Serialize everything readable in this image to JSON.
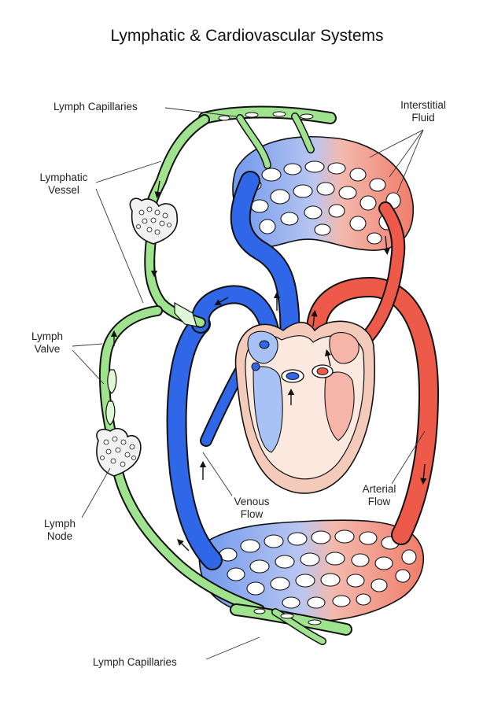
{
  "title": "Lymphatic & Cardiovascular Systems",
  "labels": {
    "lymph_capillaries_top": "Lymph Capillaries",
    "interstitial_fluid_line1": "Interstitial",
    "interstitial_fluid_line2": "Fluid",
    "lymphatic_vessel_line1": "Lymphatic",
    "lymphatic_vessel_line2": "Vessel",
    "lymph_valve_line1": "Lymph",
    "lymph_valve_line2": "Valve",
    "venous_flow_line1": "Venous",
    "venous_flow_line2": "Flow",
    "arterial_flow_line1": "Arterial",
    "arterial_flow_line2": "Flow",
    "lymph_node_line1": "Lymph",
    "lymph_node_line2": "Node",
    "lymph_capillaries_bottom": "Lymph Capillaries"
  },
  "colors": {
    "lymph": "#9fe38e",
    "lymph_light": "#dff7d6",
    "vein": "#2f67e8",
    "vein_light": "#a9c2f5",
    "artery": "#ee5a4a",
    "artery_light": "#f6b5a9",
    "heart_outer": "#f4cabb",
    "heart_inner": "#fbe9df",
    "outline": "#1a1a1a"
  }
}
